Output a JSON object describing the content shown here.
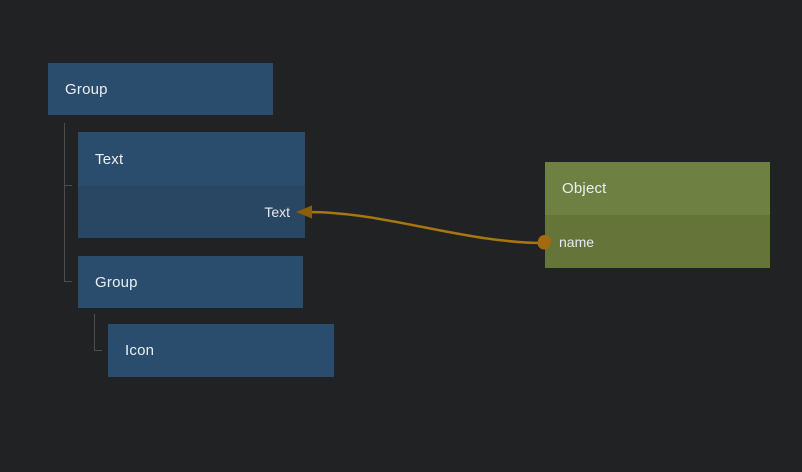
{
  "nodes": {
    "group1": {
      "label": "Group",
      "type": "group"
    },
    "text": {
      "label": "Text",
      "port_label": "Text",
      "type": "text"
    },
    "group2": {
      "label": "Group",
      "type": "group"
    },
    "icon": {
      "label": "Icon",
      "type": "icon"
    },
    "object": {
      "label": "Object",
      "port_label": "name",
      "type": "object"
    }
  },
  "connection": {
    "from_node": "Object",
    "from_port": "name",
    "to_node": "Text",
    "to_port": "Text"
  },
  "colors": {
    "background": "#212223",
    "node_blue_header": "#2b4d6d",
    "node_blue_body": "#294663",
    "node_green_header": "#6e8142",
    "node_green_body": "#657439",
    "connection_line": "#a6770f",
    "connection_arrowhead": "#8a5e0a",
    "connection_dot": "#a56a10",
    "tree_line": "#4d4d4d",
    "text": "#eceff2"
  }
}
